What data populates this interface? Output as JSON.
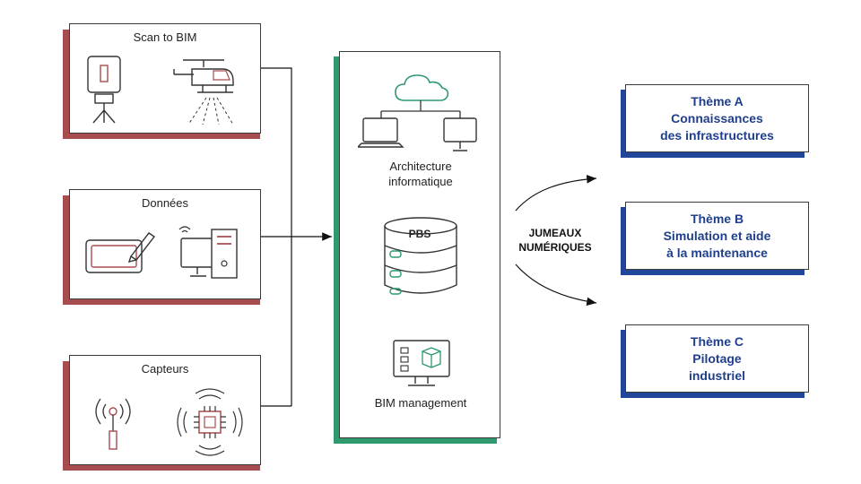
{
  "sources": {
    "scan": {
      "title": "Scan to BIM",
      "icons": [
        "laser-scanner-icon",
        "helicopter-icon"
      ]
    },
    "donnees": {
      "title": "Données",
      "icons": [
        "tablet-pen-icon",
        "computer-icon"
      ]
    },
    "capteurs": {
      "title": "Capteurs",
      "icons": [
        "antenna-sensor-icon",
        "chip-sensor-icon"
      ]
    }
  },
  "center": {
    "architecture_label": "Architecture informatique",
    "pbs_label": "PBS",
    "bim_label": "BIM management",
    "icons": [
      "cloud-icon",
      "laptop-icon",
      "monitor-icon",
      "database-icon",
      "bim-screen-icon"
    ]
  },
  "twins_label_line1": "JUMEAUX",
  "twins_label_line2": "NUMÉRIQUES",
  "themes": [
    {
      "line1": "Thème A",
      "line2": "Connaissances",
      "line3": "des infrastructures"
    },
    {
      "line1": "Thème B",
      "line2": "Simulation et aide",
      "line3": "à la maintenance"
    },
    {
      "line1": "Thème C",
      "line2": "Pilotage",
      "line3": "industriel"
    }
  ],
  "colors": {
    "source_shadow": "#a84d4f",
    "center_shadow": "#2e9a6e",
    "theme_shadow": "#20459a",
    "theme_text": "#1f3f8c"
  }
}
